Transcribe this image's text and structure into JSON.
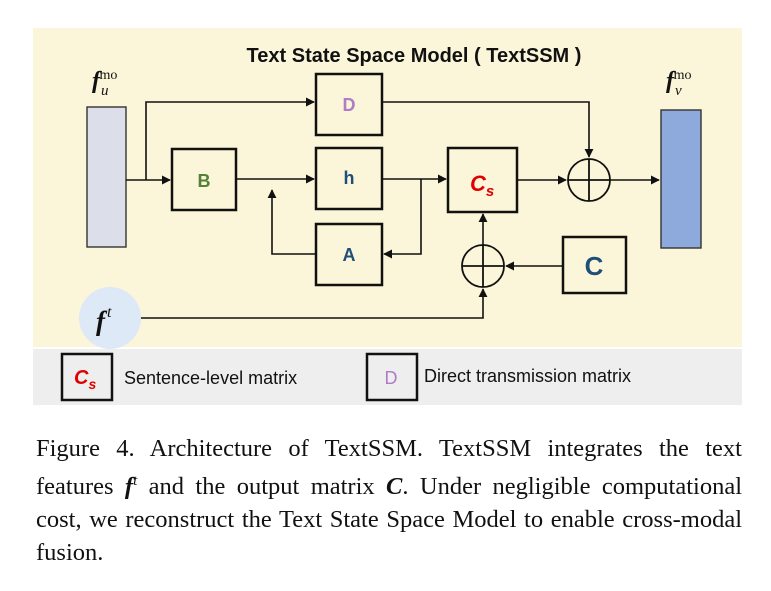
{
  "diagram": {
    "title": "Text State Space Model ( TextSSM )",
    "colors": {
      "background": "#fbf6d9",
      "legend_background": "#eeeeee",
      "input_bar": "#dcdfe9",
      "output_bar": "#8ea9db",
      "text_feature_circle": "#dde9f6",
      "b_label": "#538135",
      "d_label": "#b07cc6",
      "dark_blue_label": "#1f4e79",
      "cs_label": "#e00000"
    },
    "input_label": {
      "base": "f",
      "sub": "u",
      "sup": "mo"
    },
    "output_label": {
      "base": "f",
      "sub": "v",
      "sup": "mo"
    },
    "text_feature_label": {
      "base": "f",
      "sup": "t"
    },
    "blocks": {
      "b": "B",
      "h": "h",
      "d": "D",
      "a": "A",
      "cs_base": "C",
      "cs_sub": "s",
      "c": "C"
    },
    "legend": {
      "cs_base": "C",
      "cs_sub": "s",
      "cs_text": "Sentence-level matrix",
      "d_symbol": "D",
      "d_text": "Direct transmission matrix"
    }
  },
  "caption": {
    "part1": "Figure 4.  Architecture of TextSSM. TextSSM integrates the text features ",
    "f_base": "f",
    "f_sup": "t",
    "part2": " and the output matrix ",
    "c_symbol": "C",
    "part3": ". Under negligible computational cost, we reconstruct the Text State Space Model to enable cross-modal fusion."
  }
}
